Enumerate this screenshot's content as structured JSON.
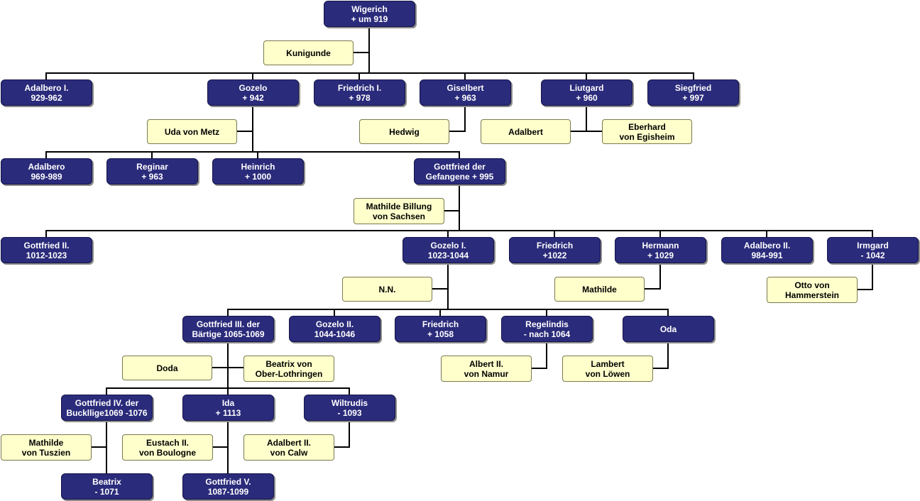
{
  "colors": {
    "person_fill": "#2b2b7b",
    "person_text": "#ffffff",
    "spouse_fill": "#ffffcc",
    "spouse_text": "#000000",
    "line": "#000000"
  },
  "nodes": {
    "wigerich": {
      "kind": "person",
      "lines": [
        "Wigerich",
        "+ um 919"
      ]
    },
    "kunigunde": {
      "kind": "spouse",
      "lines": [
        "Kunigunde"
      ]
    },
    "adalbero1": {
      "kind": "person",
      "lines": [
        "Adalbero I.",
        "929-962"
      ]
    },
    "gozelo": {
      "kind": "person",
      "lines": [
        "Gozelo",
        "+ 942"
      ]
    },
    "friedrich1": {
      "kind": "person",
      "lines": [
        "Friedrich I.",
        "+ 978"
      ]
    },
    "giselbert": {
      "kind": "person",
      "lines": [
        "Giselbert",
        "+ 963"
      ]
    },
    "liutgard": {
      "kind": "person",
      "lines": [
        "Liutgard",
        "+ 960"
      ]
    },
    "siegfried": {
      "kind": "person",
      "lines": [
        "Siegfried",
        "+ 997"
      ]
    },
    "uda": {
      "kind": "spouse",
      "lines": [
        "Uda von Metz"
      ]
    },
    "hedwig": {
      "kind": "spouse",
      "lines": [
        "Hedwig"
      ]
    },
    "adalbert": {
      "kind": "spouse",
      "lines": [
        "Adalbert"
      ]
    },
    "eberhard": {
      "kind": "spouse",
      "lines": [
        "Eberhard",
        "von Egisheim"
      ]
    },
    "adalbero": {
      "kind": "person",
      "lines": [
        "Adalbero",
        "969-989"
      ]
    },
    "reginar": {
      "kind": "person",
      "lines": [
        "Reginar",
        "+ 963"
      ]
    },
    "heinrich": {
      "kind": "person",
      "lines": [
        "Heinrich",
        "+ 1000"
      ]
    },
    "gottfried_g": {
      "kind": "person",
      "lines": [
        "Gottfried der",
        "Gefangene + 995"
      ]
    },
    "mathilde_b": {
      "kind": "spouse",
      "lines": [
        "Mathilde Billung",
        "von Sachsen"
      ]
    },
    "gottfried2": {
      "kind": "person",
      "lines": [
        "Gottfried II.",
        "1012-1023"
      ]
    },
    "gozelo1": {
      "kind": "person",
      "lines": [
        "Gozelo I.",
        "1023-1044"
      ]
    },
    "friedrich": {
      "kind": "person",
      "lines": [
        "Friedrich",
        "+1022"
      ]
    },
    "hermann": {
      "kind": "person",
      "lines": [
        "Hermann",
        "+ 1029"
      ]
    },
    "adalbero2": {
      "kind": "person",
      "lines": [
        "Adalbero II.",
        "984-991"
      ]
    },
    "irmgard": {
      "kind": "person",
      "lines": [
        "Irmgard",
        "- 1042"
      ]
    },
    "nn": {
      "kind": "spouse",
      "lines": [
        "N.N."
      ]
    },
    "mathilde": {
      "kind": "spouse",
      "lines": [
        "Mathilde"
      ]
    },
    "otto": {
      "kind": "spouse",
      "lines": [
        "Otto von",
        "Hammerstein"
      ]
    },
    "gottfried3": {
      "kind": "person",
      "lines": [
        "Gottfried III. der",
        "Bärtige 1065-1069"
      ]
    },
    "gozelo2": {
      "kind": "person",
      "lines": [
        "Gozelo II.",
        "1044-1046"
      ]
    },
    "friedrich_b": {
      "kind": "person",
      "lines": [
        "Friedrich",
        "+ 1058"
      ]
    },
    "regelindis": {
      "kind": "person",
      "lines": [
        "Regelindis",
        "- nach 1064"
      ]
    },
    "oda": {
      "kind": "person",
      "lines": [
        "Oda"
      ]
    },
    "doda": {
      "kind": "spouse",
      "lines": [
        "Doda"
      ]
    },
    "beatrix_o": {
      "kind": "spouse",
      "lines": [
        "Beatrix von",
        "Ober-Lothringen"
      ]
    },
    "albert2": {
      "kind": "spouse",
      "lines": [
        "Albert II.",
        "von Namur"
      ]
    },
    "lambert": {
      "kind": "spouse",
      "lines": [
        "Lambert",
        "von Löwen"
      ]
    },
    "gottfried4": {
      "kind": "person",
      "lines": [
        "Gottfried IV. der",
        "Buckllige1069 -1076"
      ]
    },
    "ida": {
      "kind": "person",
      "lines": [
        "Ida",
        "+ 1113"
      ]
    },
    "wiltrudis": {
      "kind": "person",
      "lines": [
        "Wiltrudis",
        "- 1093"
      ]
    },
    "mathilde_t": {
      "kind": "spouse",
      "lines": [
        "Mathilde",
        "von Tuszien"
      ]
    },
    "eustach": {
      "kind": "spouse",
      "lines": [
        "Eustach II.",
        "von Boulogne"
      ]
    },
    "adalbert2": {
      "kind": "spouse",
      "lines": [
        "Adalbert II.",
        "von Calw"
      ]
    },
    "beatrix": {
      "kind": "person",
      "lines": [
        "Beatrix",
        "- 1071"
      ]
    },
    "gottfried5": {
      "kind": "person",
      "lines": [
        "Gottfried V.",
        "1087-1099"
      ]
    }
  }
}
